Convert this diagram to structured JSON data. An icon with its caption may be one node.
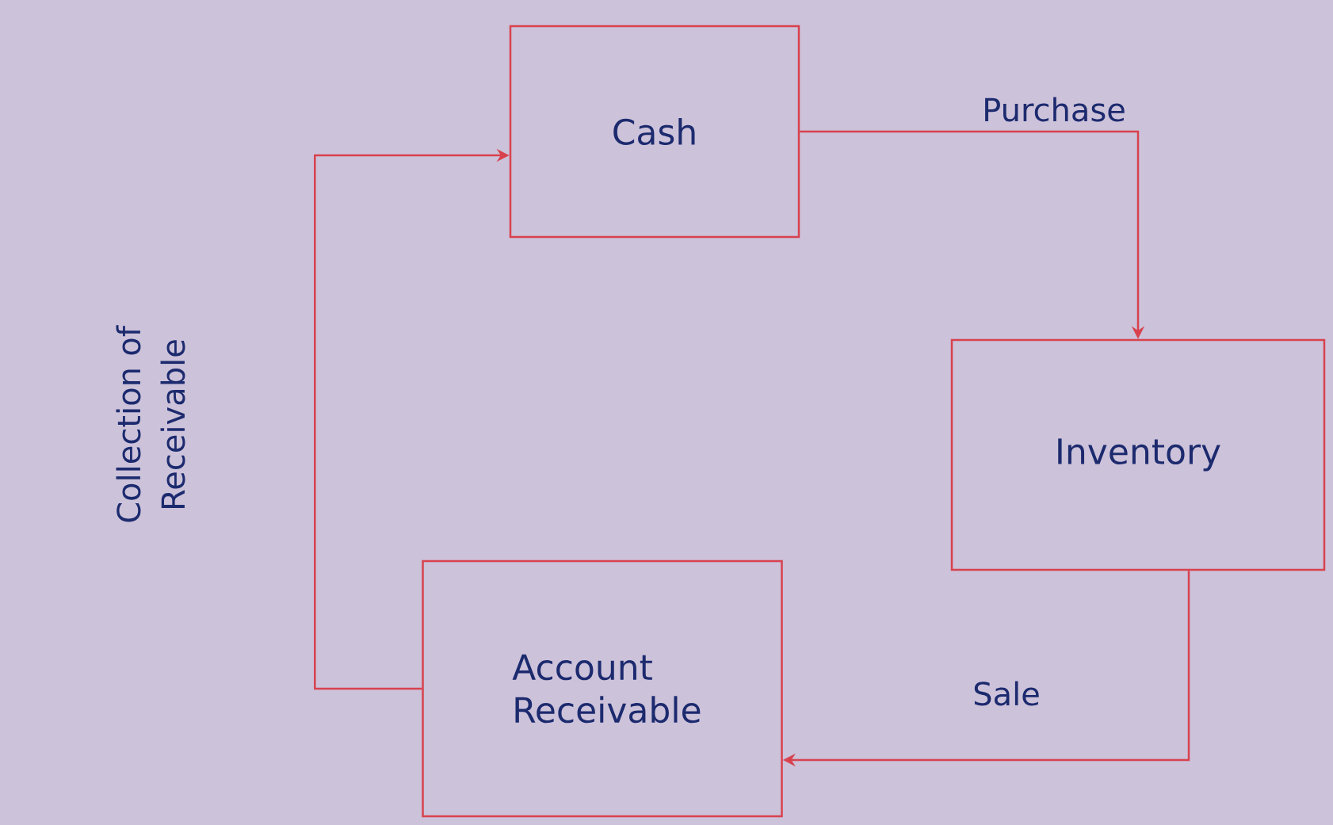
{
  "diagram": {
    "nodes": [
      {
        "text": [
          "Cash"
        ]
      },
      {
        "text": [
          "Inventory"
        ]
      },
      {
        "text": [
          "Account Receivable"
        ]
      }
    ],
    "edges": [
      {
        "from": 0,
        "to": 1,
        "arrow": "to",
        "label": "Purchase"
      },
      {
        "from": 1,
        "to": 2,
        "arrow": "to",
        "label": "Sale"
      },
      {
        "from": 2,
        "to": 0,
        "arrow": "to",
        "label": "Collection of Receivable"
      }
    ]
  }
}
